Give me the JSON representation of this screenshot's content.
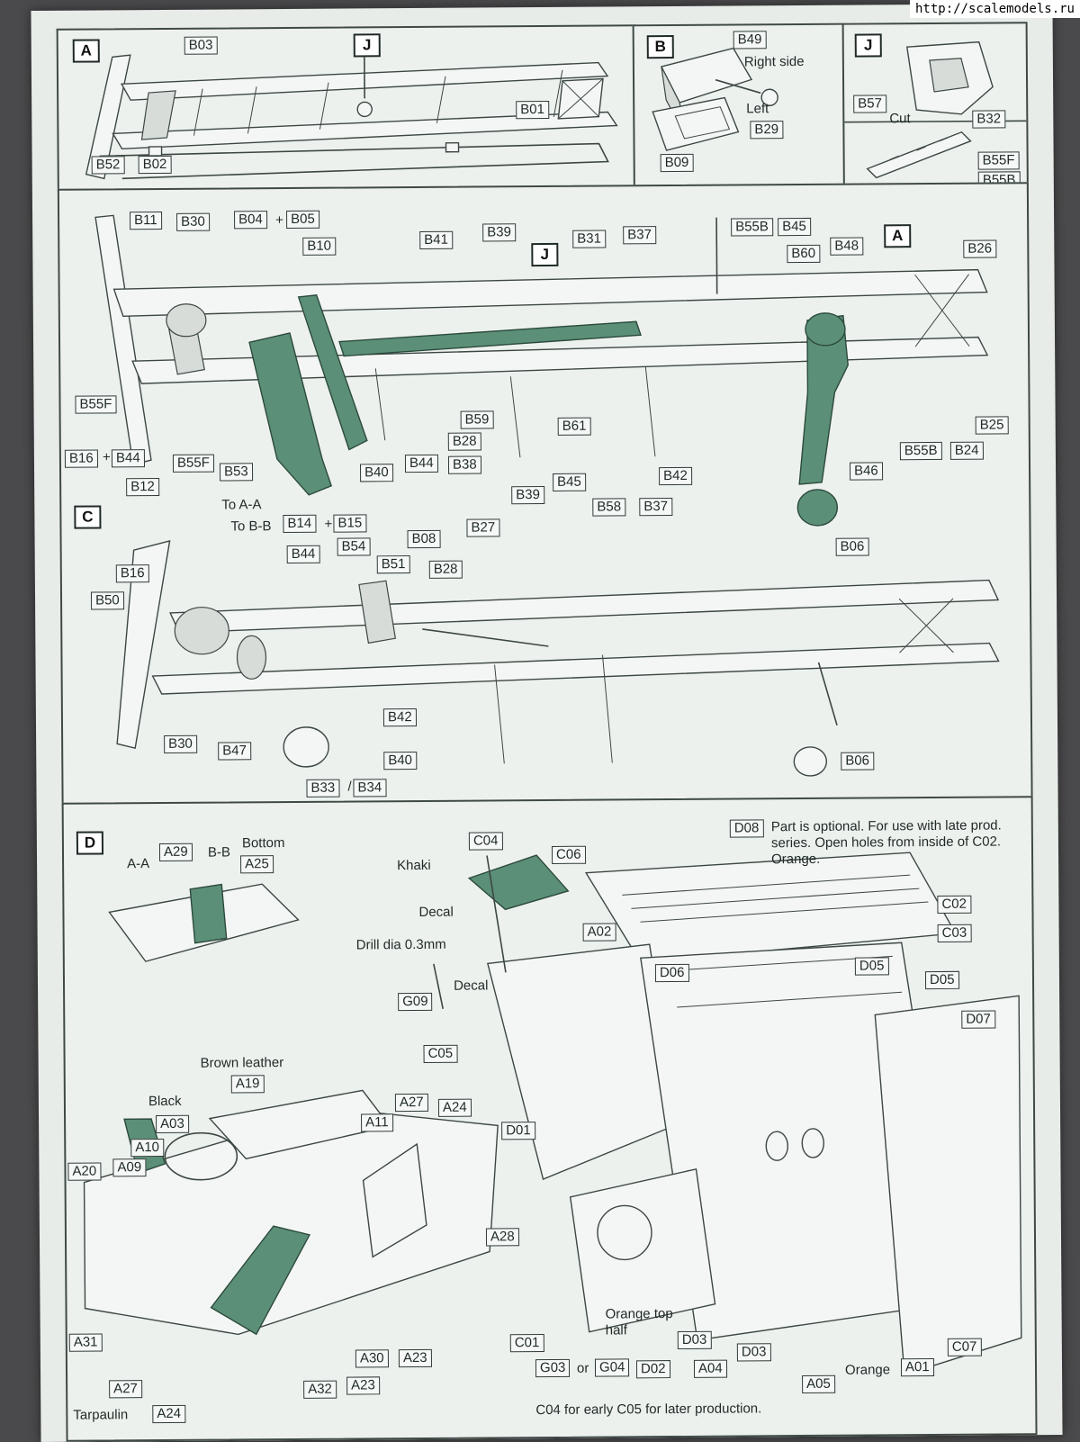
{
  "watermark": "http://scalemodels.ru",
  "panel_a": {
    "step": "A",
    "j_ref": "J",
    "labels": [
      "B03",
      "B01",
      "B52",
      "B02"
    ]
  },
  "panel_b": {
    "step": "B",
    "labels": [
      "B49",
      "B29",
      "B09"
    ],
    "right_side": "Right side",
    "left": "Left"
  },
  "panel_j": {
    "step": "J",
    "labels": [
      "B57",
      "B32",
      "B55F",
      "B55B"
    ],
    "cut": "Cut"
  },
  "panel_main": {
    "a_ref": "A",
    "j_ref": "J",
    "labels": [
      "B11",
      "B30",
      "B04",
      "B05",
      "B10",
      "B41",
      "B39",
      "B31",
      "B37",
      "B55B",
      "B45",
      "B60",
      "B48",
      "B26",
      "B55F",
      "B44",
      "B16",
      "B12",
      "B55F",
      "B53",
      "B40",
      "B44",
      "B28",
      "B38",
      "B59",
      "B61",
      "B45",
      "B39",
      "B58",
      "B37",
      "B42",
      "B46",
      "B55B",
      "B24",
      "B25"
    ],
    "plus": "+"
  },
  "panel_c": {
    "step": "C",
    "to_aa": "To A-A",
    "to_bb": "To B-B",
    "labels": [
      "B14",
      "B15",
      "B44",
      "B54",
      "B08",
      "B27",
      "B16",
      "B51",
      "B28",
      "B06",
      "B50",
      "B30",
      "B47",
      "B42",
      "B40",
      "B33",
      "B34",
      "B06"
    ],
    "plus": "+",
    "slash": "/"
  },
  "panel_d": {
    "step": "D",
    "section_aa": "A-A",
    "section_bb": "B-B",
    "bottom": "Bottom",
    "khaki": "Khaki",
    "decal": "Decal",
    "decal2": "Decal",
    "drill": "Drill dia 0.3mm",
    "optional_note": "Part is optional. For use with late prod. series. Open holes from inside of C02. Orange.",
    "brown_leather": "Brown leather",
    "black": "Black",
    "orange_top_half": "Orange top half",
    "or": "or",
    "orange": "Orange",
    "tarpaulin": "Tarpaulin",
    "footer": "C04 for early C05 for later production.",
    "labels": [
      "A29",
      "A25",
      "C04",
      "C06",
      "D08",
      "C02",
      "C03",
      "A02",
      "D06",
      "D05",
      "D05",
      "D07",
      "G09",
      "C05",
      "A19",
      "A03",
      "A10",
      "A20",
      "A09",
      "A27",
      "A24",
      "A11",
      "D01",
      "A28",
      "A31",
      "A27",
      "A24",
      "A32",
      "A23",
      "A30",
      "A23",
      "C01",
      "G03",
      "G04",
      "D02",
      "D03",
      "A04",
      "D03",
      "A05",
      "A01",
      "C07"
    ]
  }
}
